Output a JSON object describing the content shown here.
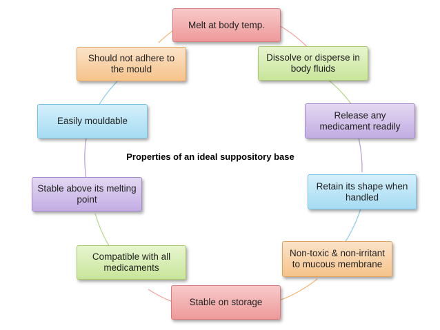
{
  "title": "Properties of an ideal suppository base",
  "nodes": [
    {
      "label": "Melt at body temp."
    },
    {
      "label": "Dissolve or disperse in body fluids"
    },
    {
      "label": "Release any medicament readily"
    },
    {
      "label": "Retain its shape when handled"
    },
    {
      "label": "Non-toxic & non-irritant to mucous membrane"
    },
    {
      "label": "Stable on storage"
    },
    {
      "label": "Compatible with all medicaments"
    },
    {
      "label": "Stable above its melting point"
    },
    {
      "label": "Easily mouldable"
    },
    {
      "label": "Should not adhere to the mould"
    }
  ],
  "colors": {
    "red": "#ee9a9a",
    "green": "#c9e59a",
    "purple": "#c3ade3",
    "blue": "#a6dcf3",
    "orange": "#f6c38b"
  }
}
